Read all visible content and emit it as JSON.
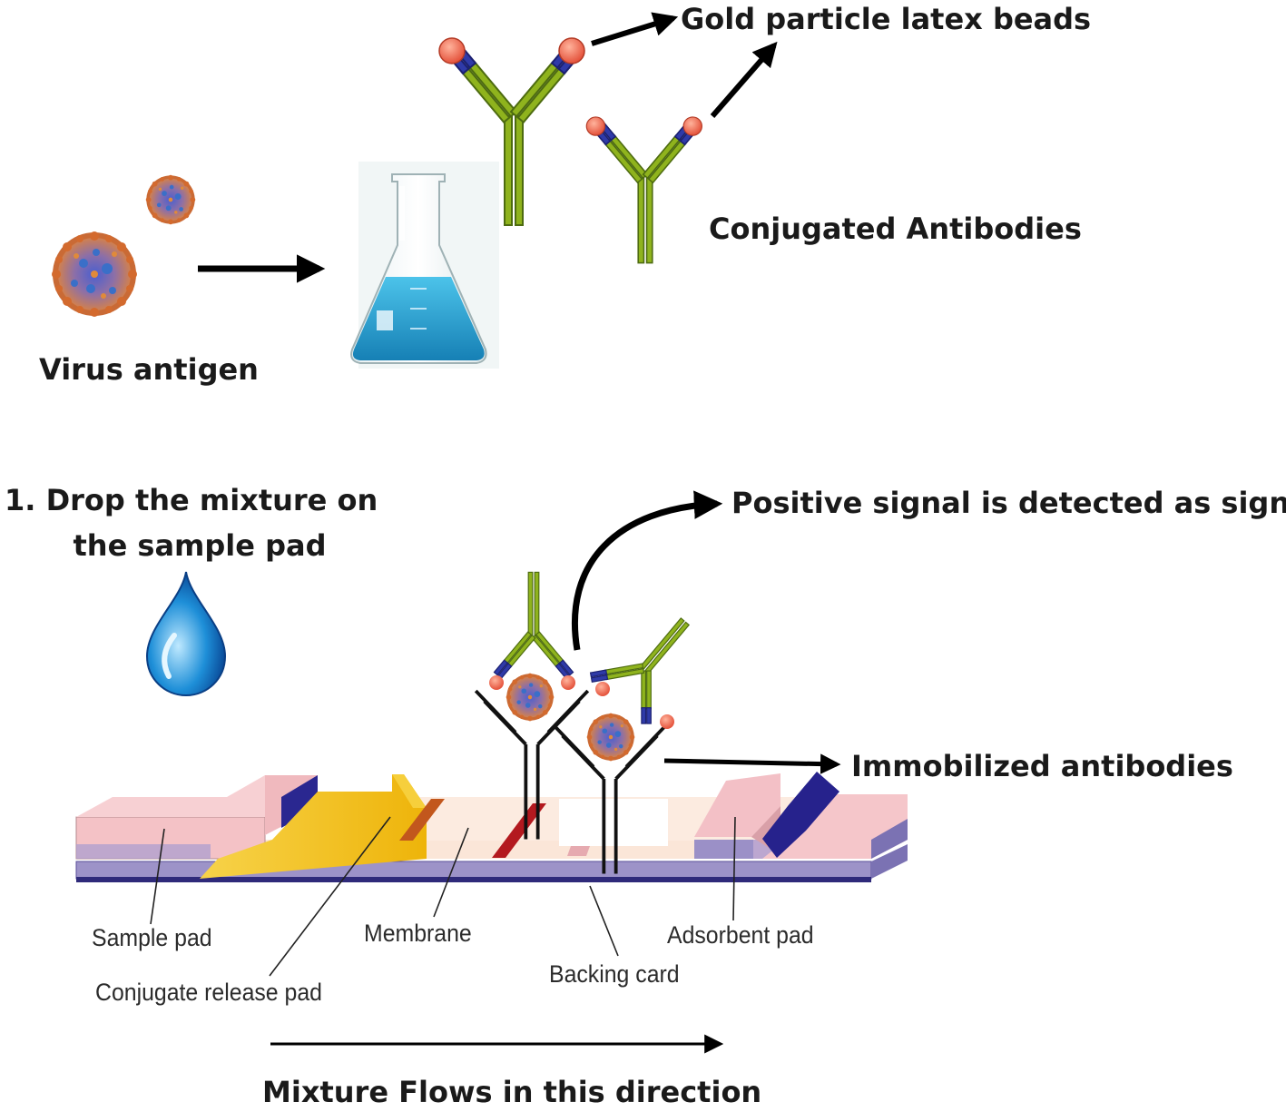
{
  "labels": {
    "gold_beads": "Gold particle latex beads",
    "conjugated": "Conjugated Antibodies",
    "virus_antigen": "Virus antigen",
    "drop_line1": "1. Drop the mixture on",
    "drop_line2": "the sample pad",
    "positive": "Positive signal is detected as signal",
    "immobilized": "Immobilized antibodies",
    "flow": "Mixture Flows in this direction"
  },
  "strip_labels": {
    "sample_pad": "Sample pad",
    "conjugate_pad": "Conjugate release pad",
    "membrane": "Membrane",
    "backing_card": "Backing card",
    "adsorbent_pad": "Adsorbent pad"
  },
  "colors": {
    "antibody_green": "#8fb31d",
    "antibody_blue": "#2f3aa8",
    "bead_orange": "#f26b4f",
    "flask_liquid": "#2fa7d6",
    "sample_pad_pink": "#f4c2c6",
    "conjugate_yellow": "#f2c40f",
    "test_line_red": "#b3191f",
    "backing_purple": "#9e93c9",
    "absorbent_navy": "#26228c"
  }
}
